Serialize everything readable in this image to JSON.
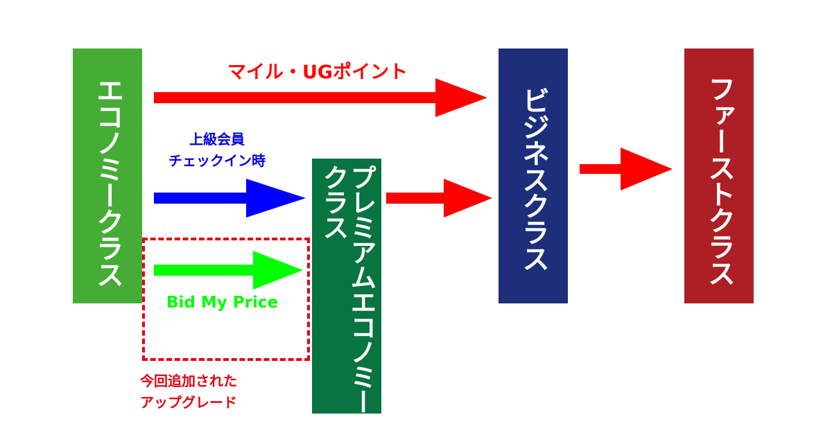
{
  "colors": {
    "economy": "#45ad35",
    "premium_economy": "#087440",
    "business": "#1d2f7a",
    "first": "#ad1f25",
    "red": "#ff0000",
    "blue": "#0000ff",
    "green": "#00ff00",
    "dark_red_text": "#e60012"
  },
  "classes": {
    "economy": "エコノミークラス",
    "premium_economy": "プレミアムエコノミークラス",
    "business": "ビジネスクラス",
    "first": "ファーストクラス"
  },
  "labels": {
    "mile_ug": "マイル・UGポイント",
    "elite_line1": "上級会員",
    "elite_line2": "チェックイン時",
    "bid_my_price": "Bid My Price",
    "new_line1": "今回追加された",
    "new_line2": "アップグレード"
  }
}
